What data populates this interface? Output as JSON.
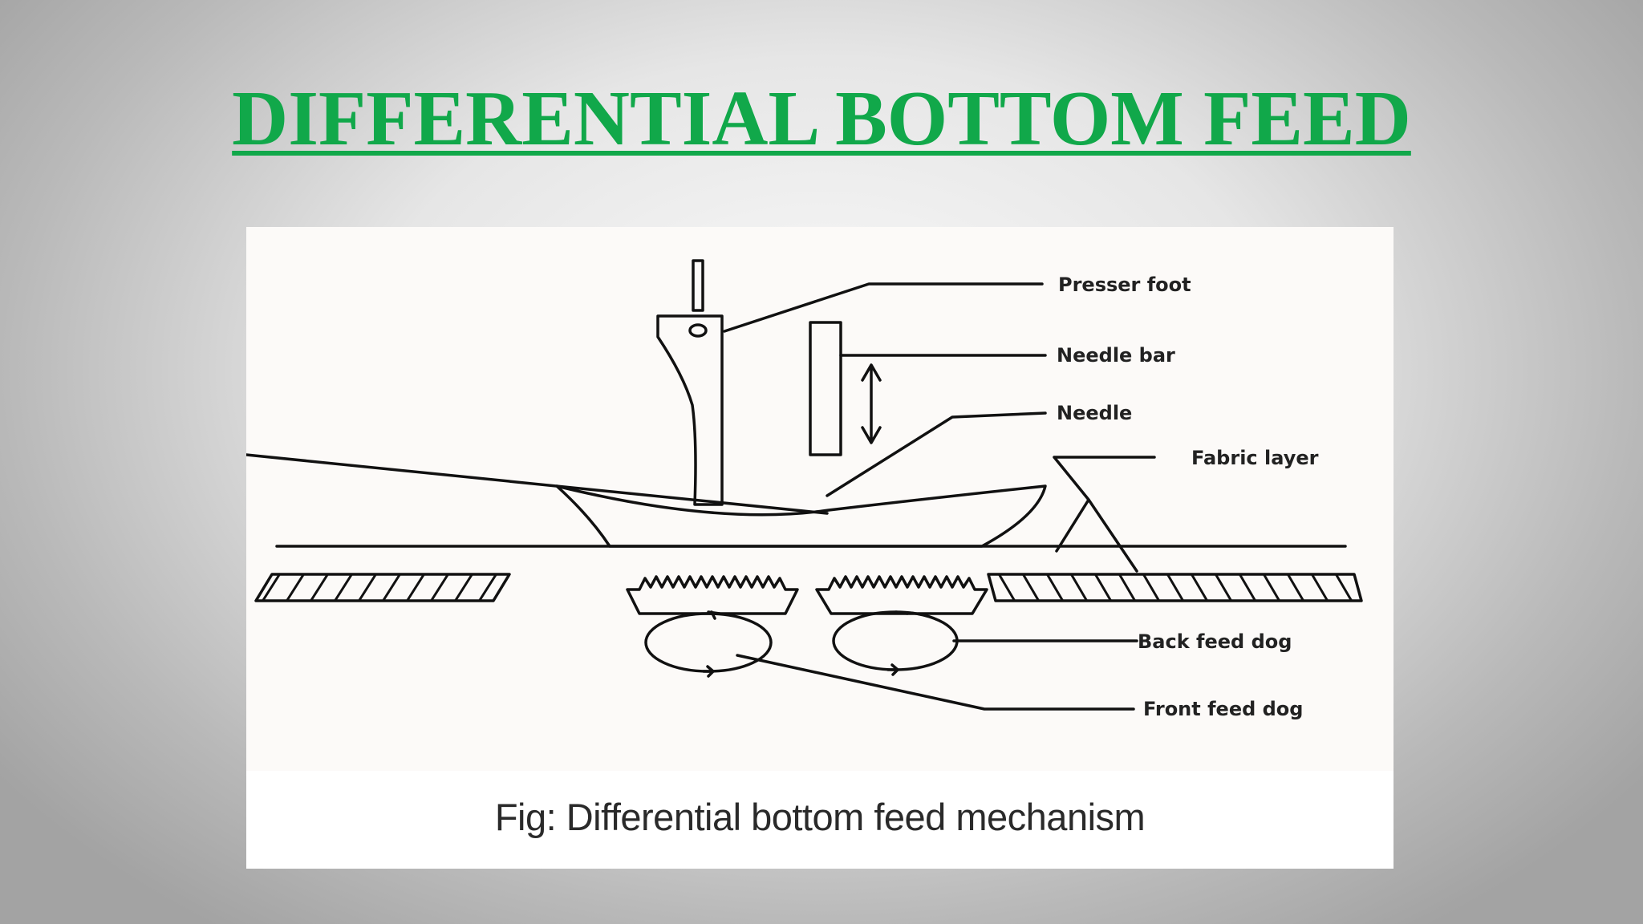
{
  "slide": {
    "title": "DIFFERENTIAL BOTTOM FEED",
    "title_color": "#11a84a"
  },
  "figure": {
    "labels": {
      "presser_foot": "Presser foot",
      "needle_bar": "Needle bar",
      "needle": "Needle",
      "fabric_layer": "Fabric layer",
      "back_feed_dog": "Back feed dog",
      "front_feed_dog": "Front feed dog"
    },
    "caption": "Fig: Differential bottom feed mechanism"
  }
}
